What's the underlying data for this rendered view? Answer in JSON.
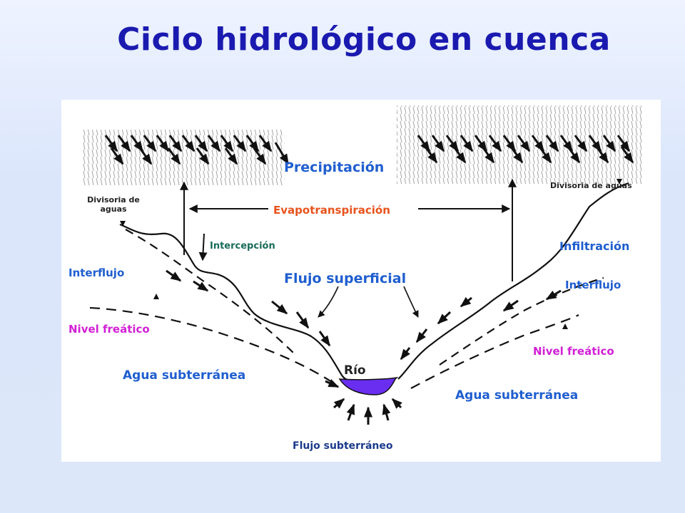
{
  "title": "Ciclo hidrológico en cuenca",
  "labels": {
    "precipitacion": "Precipitación",
    "evapotranspiracion": "Evapotranspiración",
    "intercepcion": "Intercepción",
    "divisoria_left": "Divisoria de aguas",
    "divisoria_right": "Divisoria de aguas",
    "interflujo_left": "Interflujo",
    "interflujo_right": "Interflujo",
    "infiltracion": "Infiltración",
    "flujo_superficial": "Flujo superficial",
    "nivel_freatico_left": "Nivel freático",
    "nivel_freatico_right": "Nivel freático",
    "agua_subterranea_left": "Agua subterránea",
    "agua_subterranea_right": "Agua subterránea",
    "rio": "Río",
    "flujo_subterraneo": "Flujo subterráneo"
  },
  "colors": {
    "title": "#1a1ab0",
    "blue_labels": "#1f5ecf",
    "evapotranspiration": "#e8531c",
    "interception": "#186b5a",
    "water_table": "#d21fd6",
    "river": "#6a2ef0"
  }
}
